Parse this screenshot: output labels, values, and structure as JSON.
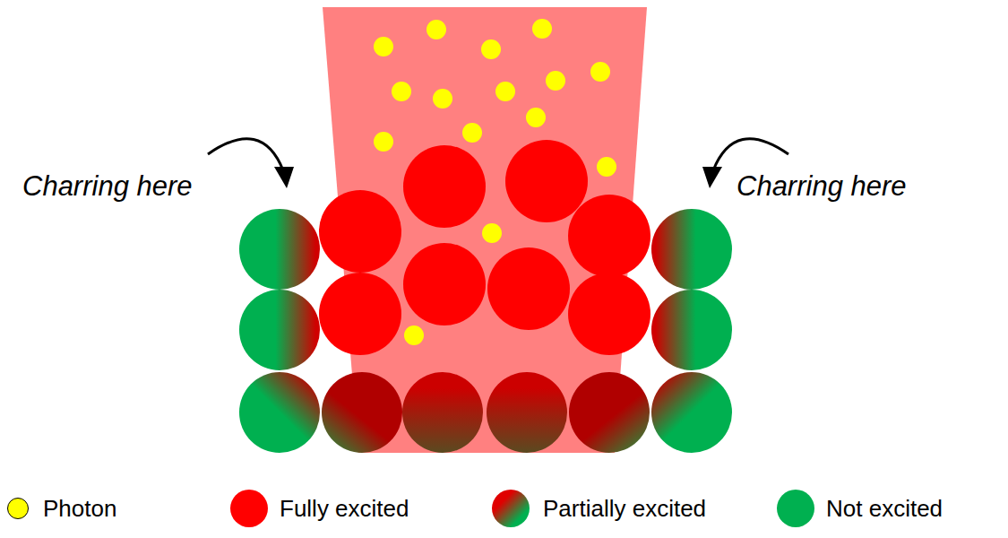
{
  "diagram": {
    "labels": [
      "Charring here",
      "Charring here"
    ],
    "legend": [
      {
        "text": "Photon",
        "color": "#ffff00"
      },
      {
        "text": "Fully excited",
        "color": "#ff0000"
      },
      {
        "text": "Partially excited"
      },
      {
        "text": "Not excited",
        "color": "#00b050"
      }
    ]
  }
}
